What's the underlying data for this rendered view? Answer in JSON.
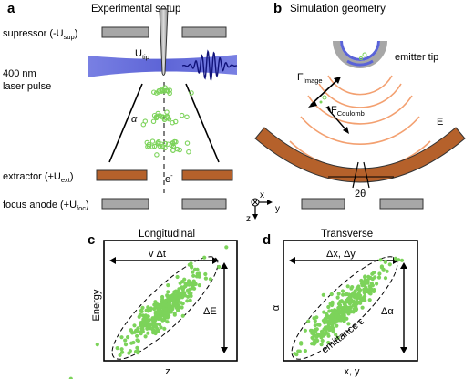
{
  "panel_a": {
    "letter": "a",
    "title": "Experimental setup",
    "suppressor": {
      "text": "supressor (-U",
      "sub": "sup",
      "close": ")"
    },
    "laser": {
      "line1": "400 nm",
      "line2": "laser pulse"
    },
    "tip_label": {
      "main": "U",
      "sub": "tip"
    },
    "alpha": "α",
    "electron": {
      "main": "e",
      "sup": "-"
    },
    "extractor": {
      "text": "extractor (+U",
      "sub": "ext",
      "close": ")"
    },
    "focus_anode": {
      "text": "focus anode (+U",
      "sub": "foc",
      "close": ")"
    },
    "axes": {
      "x": "x",
      "y": "y",
      "z": "z"
    }
  },
  "panel_b": {
    "letter": "b",
    "title": "Simulation geometry",
    "emitter_tip": "emitter tip",
    "f_image": {
      "main": "F",
      "sub": "Image"
    },
    "f_coulomb": {
      "main": "F",
      "sub": "Coulomb"
    },
    "e_field": "E",
    "angle": "2θ"
  },
  "panel_c": {
    "letter": "c",
    "title": "Longitudinal",
    "top_label": "v Δt",
    "right_label": "ΔE",
    "ylabel": "Energy",
    "xlabel": "z"
  },
  "panel_d": {
    "letter": "d",
    "title": "Transverse",
    "top_label": "Δx, Δy",
    "right_label": "Δα",
    "ylabel": "α",
    "xlabel": "x, y",
    "emittance": "emittance ε"
  },
  "colors": {
    "gray_electrode": "#a7a7a7",
    "copper": "#b5612b",
    "orange_arc": "#f3a070",
    "laser_blue": "#5a63d8",
    "wave_navy": "#10127a",
    "electron_green": "#7cd35a"
  }
}
